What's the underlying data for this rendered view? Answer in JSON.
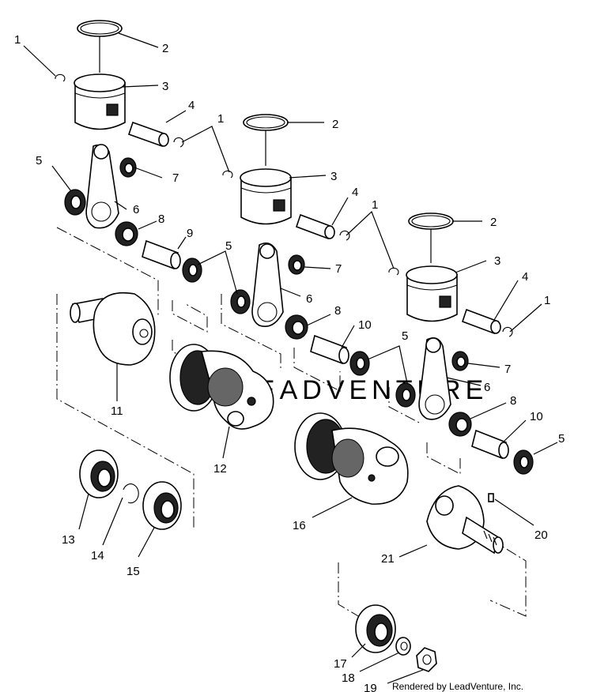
{
  "callouts": {
    "a1": "1",
    "a2": "2",
    "a3": "3",
    "a4": "4",
    "a5": "5",
    "a6": "6",
    "a7": "7",
    "a8": "8",
    "a9": "9",
    "b1": "1",
    "b2": "2",
    "b3": "3",
    "b4": "4",
    "b5": "5",
    "b6": "6",
    "b7": "7",
    "b8": "8",
    "b10": "10",
    "c1a": "1",
    "c1b": "1",
    "c2": "2",
    "c3": "3",
    "c4": "4",
    "c5a": "5",
    "c5b": "5",
    "c6": "6",
    "c7": "7",
    "c8": "8",
    "c10": "10",
    "p11": "11",
    "p12": "12",
    "p13": "13",
    "p14": "14",
    "p15": "15",
    "p16": "16",
    "p17": "17",
    "p18": "18",
    "p19": "19",
    "p20": "20",
    "p21": "21"
  },
  "watermark": "LEADVENTURE",
  "credit": "Rendered by LeadVenture, Inc."
}
